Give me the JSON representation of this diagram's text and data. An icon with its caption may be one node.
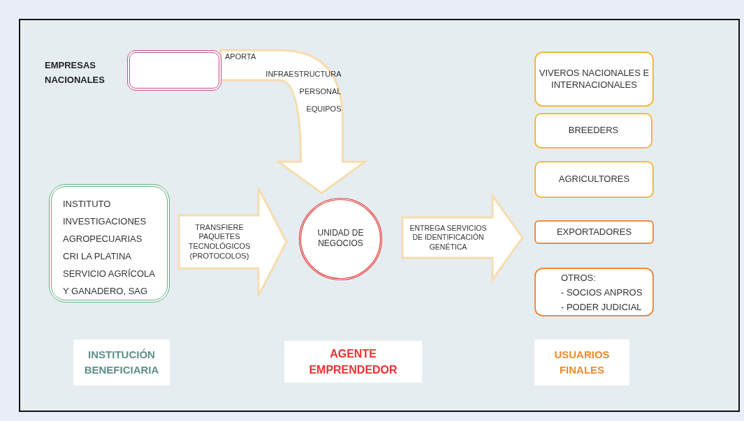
{
  "diagram": {
    "nodes": [
      {
        "text": [],
        "shape": "box"
      },
      {
        "text": [
          "INSTITUTO INVESTIGACIONES AGROPECUARIAS",
          "CRI LA PLATINA",
          "SERVICIO AGRÍCOLA Y GANADERO, SAG"
        ]
      },
      {
        "text": [
          "UNIDAD DE NEGOCIOS"
        ]
      },
      {
        "text": [
          "VIVEROS NACIONALES E INTERNACIONALES"
        ]
      },
      {
        "text": [
          "BREEDERS"
        ]
      },
      {
        "text": [
          "AGRICULTORES"
        ]
      },
      {
        "text": [
          "EXPORTADORES"
        ]
      },
      {
        "text": [
          "OTROS:",
          "- SOCIOS ANPROS",
          "- PODER JUDICIAL"
        ]
      },
      {
        "text": [
          "INSTITUCIÓN BENEFICIARIA"
        ]
      },
      {
        "text": [
          "AGENTE EMPRENDEDOR"
        ]
      },
      {
        "text": [
          "USUARIOS FINALES"
        ]
      }
    ],
    "edges": [
      {
        "from": 0,
        "to": 2,
        "arrow": "to",
        "label": "APORTA INFRAESTRUCTURA PERSONAL EQUIPOS"
      },
      {
        "from": 1,
        "to": 2,
        "arrow": "to",
        "label": "TRANSFIERE PAQUETES TECNOLÓGICOS (PROTOCOLOS)"
      },
      {
        "from": 2,
        "to": null,
        "arrow": "to",
        "label": "ENTREGA SERVICIOS DE IDENTIFICACIÓN GENÉTICA"
      }
    ],
    "labels": [
      "EMPRESAS NACIONALES"
    ]
  }
}
